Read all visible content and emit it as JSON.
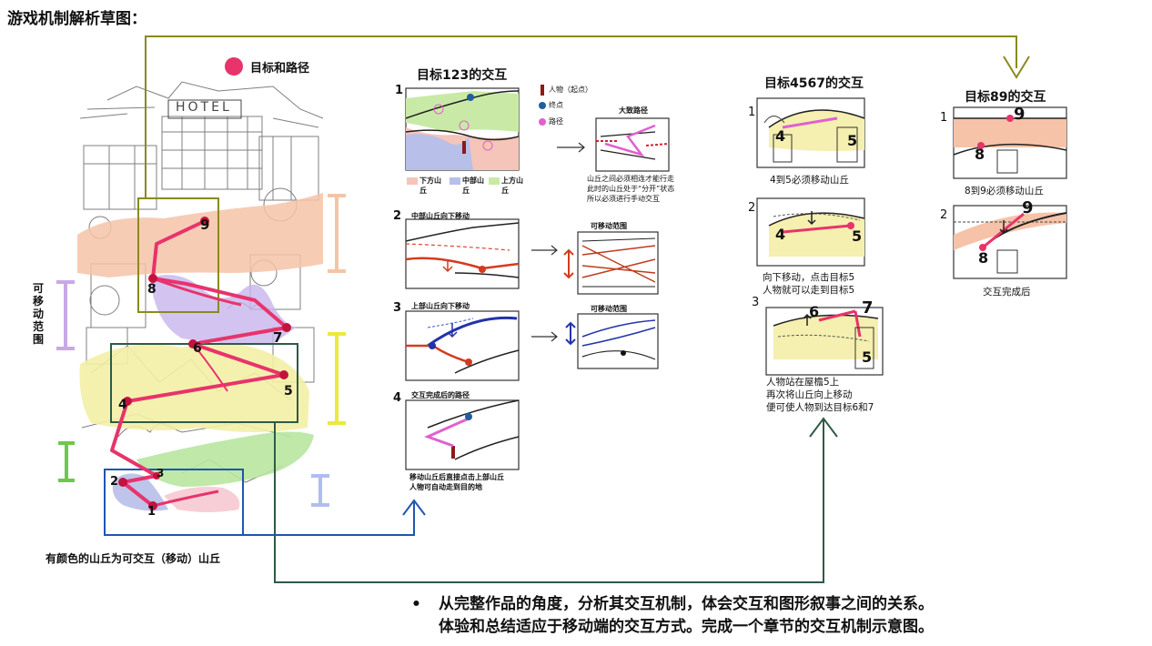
{
  "page_title": "游戏机制解析草图：",
  "legend_targets_paths": "目标和路径",
  "hotel_sign": "HOTEL",
  "movable_range_label": "可移动范围",
  "colored_hill_note": "有颜色的山丘为可交互（移动）山丘",
  "nodes": [
    "1",
    "2",
    "3",
    "4",
    "5",
    "6",
    "7",
    "8",
    "9"
  ],
  "section_123": {
    "title": "目标123的交互",
    "steps": [
      "1",
      "2",
      "3",
      "4"
    ],
    "legend": [
      {
        "label": "人物（起点）",
        "color": "#8b1a1a"
      },
      {
        "label": "终点",
        "color": "#1f5f9e"
      },
      {
        "label": "路径",
        "color": "#e060d0"
      }
    ],
    "hill_labels": [
      {
        "name": "下方山丘",
        "color": "#f4c5b8"
      },
      {
        "name": "中部山丘",
        "color": "#b8bfe8"
      },
      {
        "name": "上方山丘",
        "color": "#c9eaa6"
      }
    ],
    "rough_path_title": "大致路径",
    "note_1": [
      "山丘之间必须相连才能行走",
      "此时的山丘处于“分开”状态",
      "所以必须进行手动交互"
    ],
    "step2_title": "中部山丘向下移动",
    "step2_range": "可移动范围",
    "step3_title": "上部山丘向下移动",
    "step3_range": "可移动范围",
    "step4_title": "交互完成后的路径",
    "note_4": [
      "移动山丘后直接点击上部山丘",
      "人物可自动走到目的地"
    ]
  },
  "section_4567": {
    "title": "目标4567的交互",
    "steps": [
      "1",
      "2",
      "3"
    ],
    "caption_1": "4到5必须移动山丘",
    "caption_2": [
      "向下移动，点击目标5",
      "人物就可以走到目标5"
    ],
    "caption_3": [
      "人物站在屋檐5上",
      "再次将山丘向上移动",
      "便可使人物到达目标6和7"
    ]
  },
  "section_89": {
    "title": "目标89的交互",
    "steps": [
      "1",
      "2"
    ],
    "caption_1": "8到9必须移动山丘",
    "caption_2": "交互完成后"
  },
  "summary": [
    "从完整作品的角度，分析其交互机制，体会交互和图形叙事之间的关系。",
    "体验和总结适应于移动端的交互方式。完成一个章节的交互机制示意图。"
  ],
  "colors": {
    "path": "#e8336b",
    "olive": "#8a8a1e",
    "dark_green": "#2f5a46",
    "blue": "#2155b0",
    "peach": "#f6c3a8",
    "lavender": "#c8b4ec",
    "yellow": "#f3f0a6",
    "green": "#b8e6a0",
    "pink": "#f6c9d0"
  }
}
